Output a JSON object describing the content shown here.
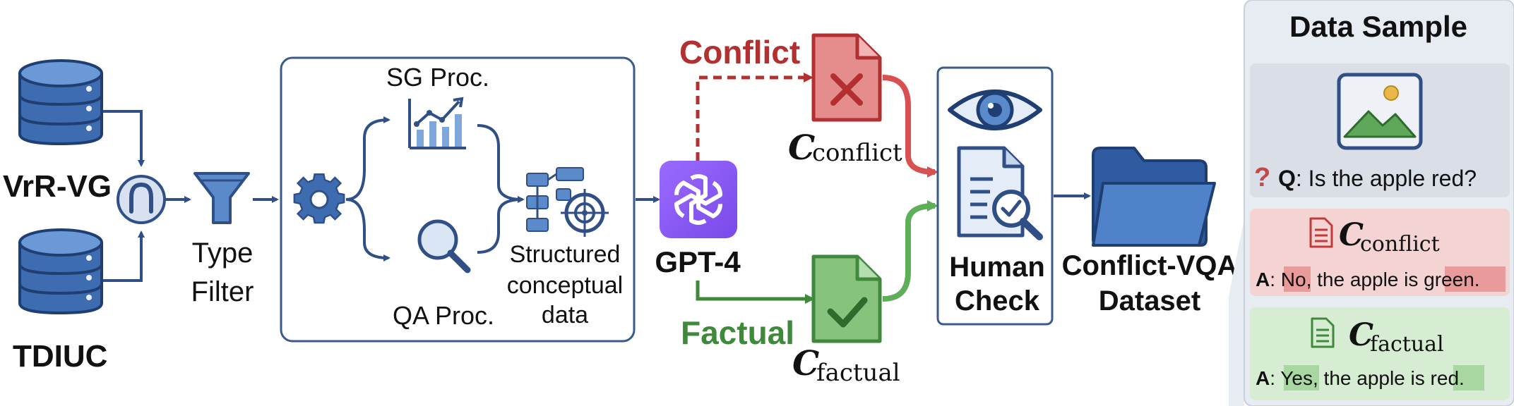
{
  "sources": {
    "top_label": "VrR-VG",
    "bottom_label": "TDIUC"
  },
  "filter": {
    "label_line1": "Type",
    "label_line2": "Filter"
  },
  "processing": {
    "sg_label": "SG Proc.",
    "qa_label": "QA Proc.",
    "output_line1": "Structured",
    "output_line2": "conceptual",
    "output_line3": "data"
  },
  "generator": {
    "label": "GPT-4"
  },
  "branches": {
    "conflict_label": "Conflict",
    "conflict_symbol": "C",
    "conflict_sub": "conflict",
    "factual_label": "Factual",
    "factual_symbol": "C",
    "factual_sub": "factual"
  },
  "human_check": {
    "line1": "Human",
    "line2": "Check"
  },
  "dataset": {
    "line1": "Conflict-VQA",
    "line2": "Dataset"
  },
  "sample": {
    "title": "Data Sample",
    "question_prefix": "Q",
    "question_text": ": Is the apple red?",
    "conflict_symbol": "C",
    "conflict_sub": "conflict",
    "conflict_answer_prefix": "A",
    "conflict_answer_sep": ": ",
    "conflict_answer_hl1": "No",
    "conflict_answer_mid": ", the apple is ",
    "conflict_answer_hl2": "green",
    "conflict_answer_end": ".",
    "factual_symbol": "C",
    "factual_sub": "factual",
    "factual_answer_prefix": "A",
    "factual_answer_sep": ": ",
    "factual_answer_hl1": "Yes",
    "factual_answer_mid": ", the apple is ",
    "factual_answer_hl2": "red",
    "factual_answer_end": "."
  },
  "icons": {
    "database": "database-icon",
    "intersection": "intersection-icon",
    "funnel": "funnel-icon",
    "gear": "gear-icon",
    "chart": "chart-icon",
    "search": "search-icon",
    "structure": "structure-target-icon",
    "gpt": "openai-logo-icon",
    "conflict_doc": "document-x-icon",
    "factual_doc": "document-check-icon",
    "eye": "eye-icon",
    "review": "document-search-icon",
    "folder": "folder-icon",
    "image": "image-icon",
    "question": "question-mark-icon"
  },
  "colors": {
    "blue": "#2f4f86",
    "db_blue": "#3d6cb0",
    "conflict_red": "#b23030",
    "factual_green": "#3e8a3a",
    "gpt_purple": "#8b5cf6",
    "conflict_bg": "#f4d3d3",
    "factual_bg": "#d6ecd3"
  }
}
